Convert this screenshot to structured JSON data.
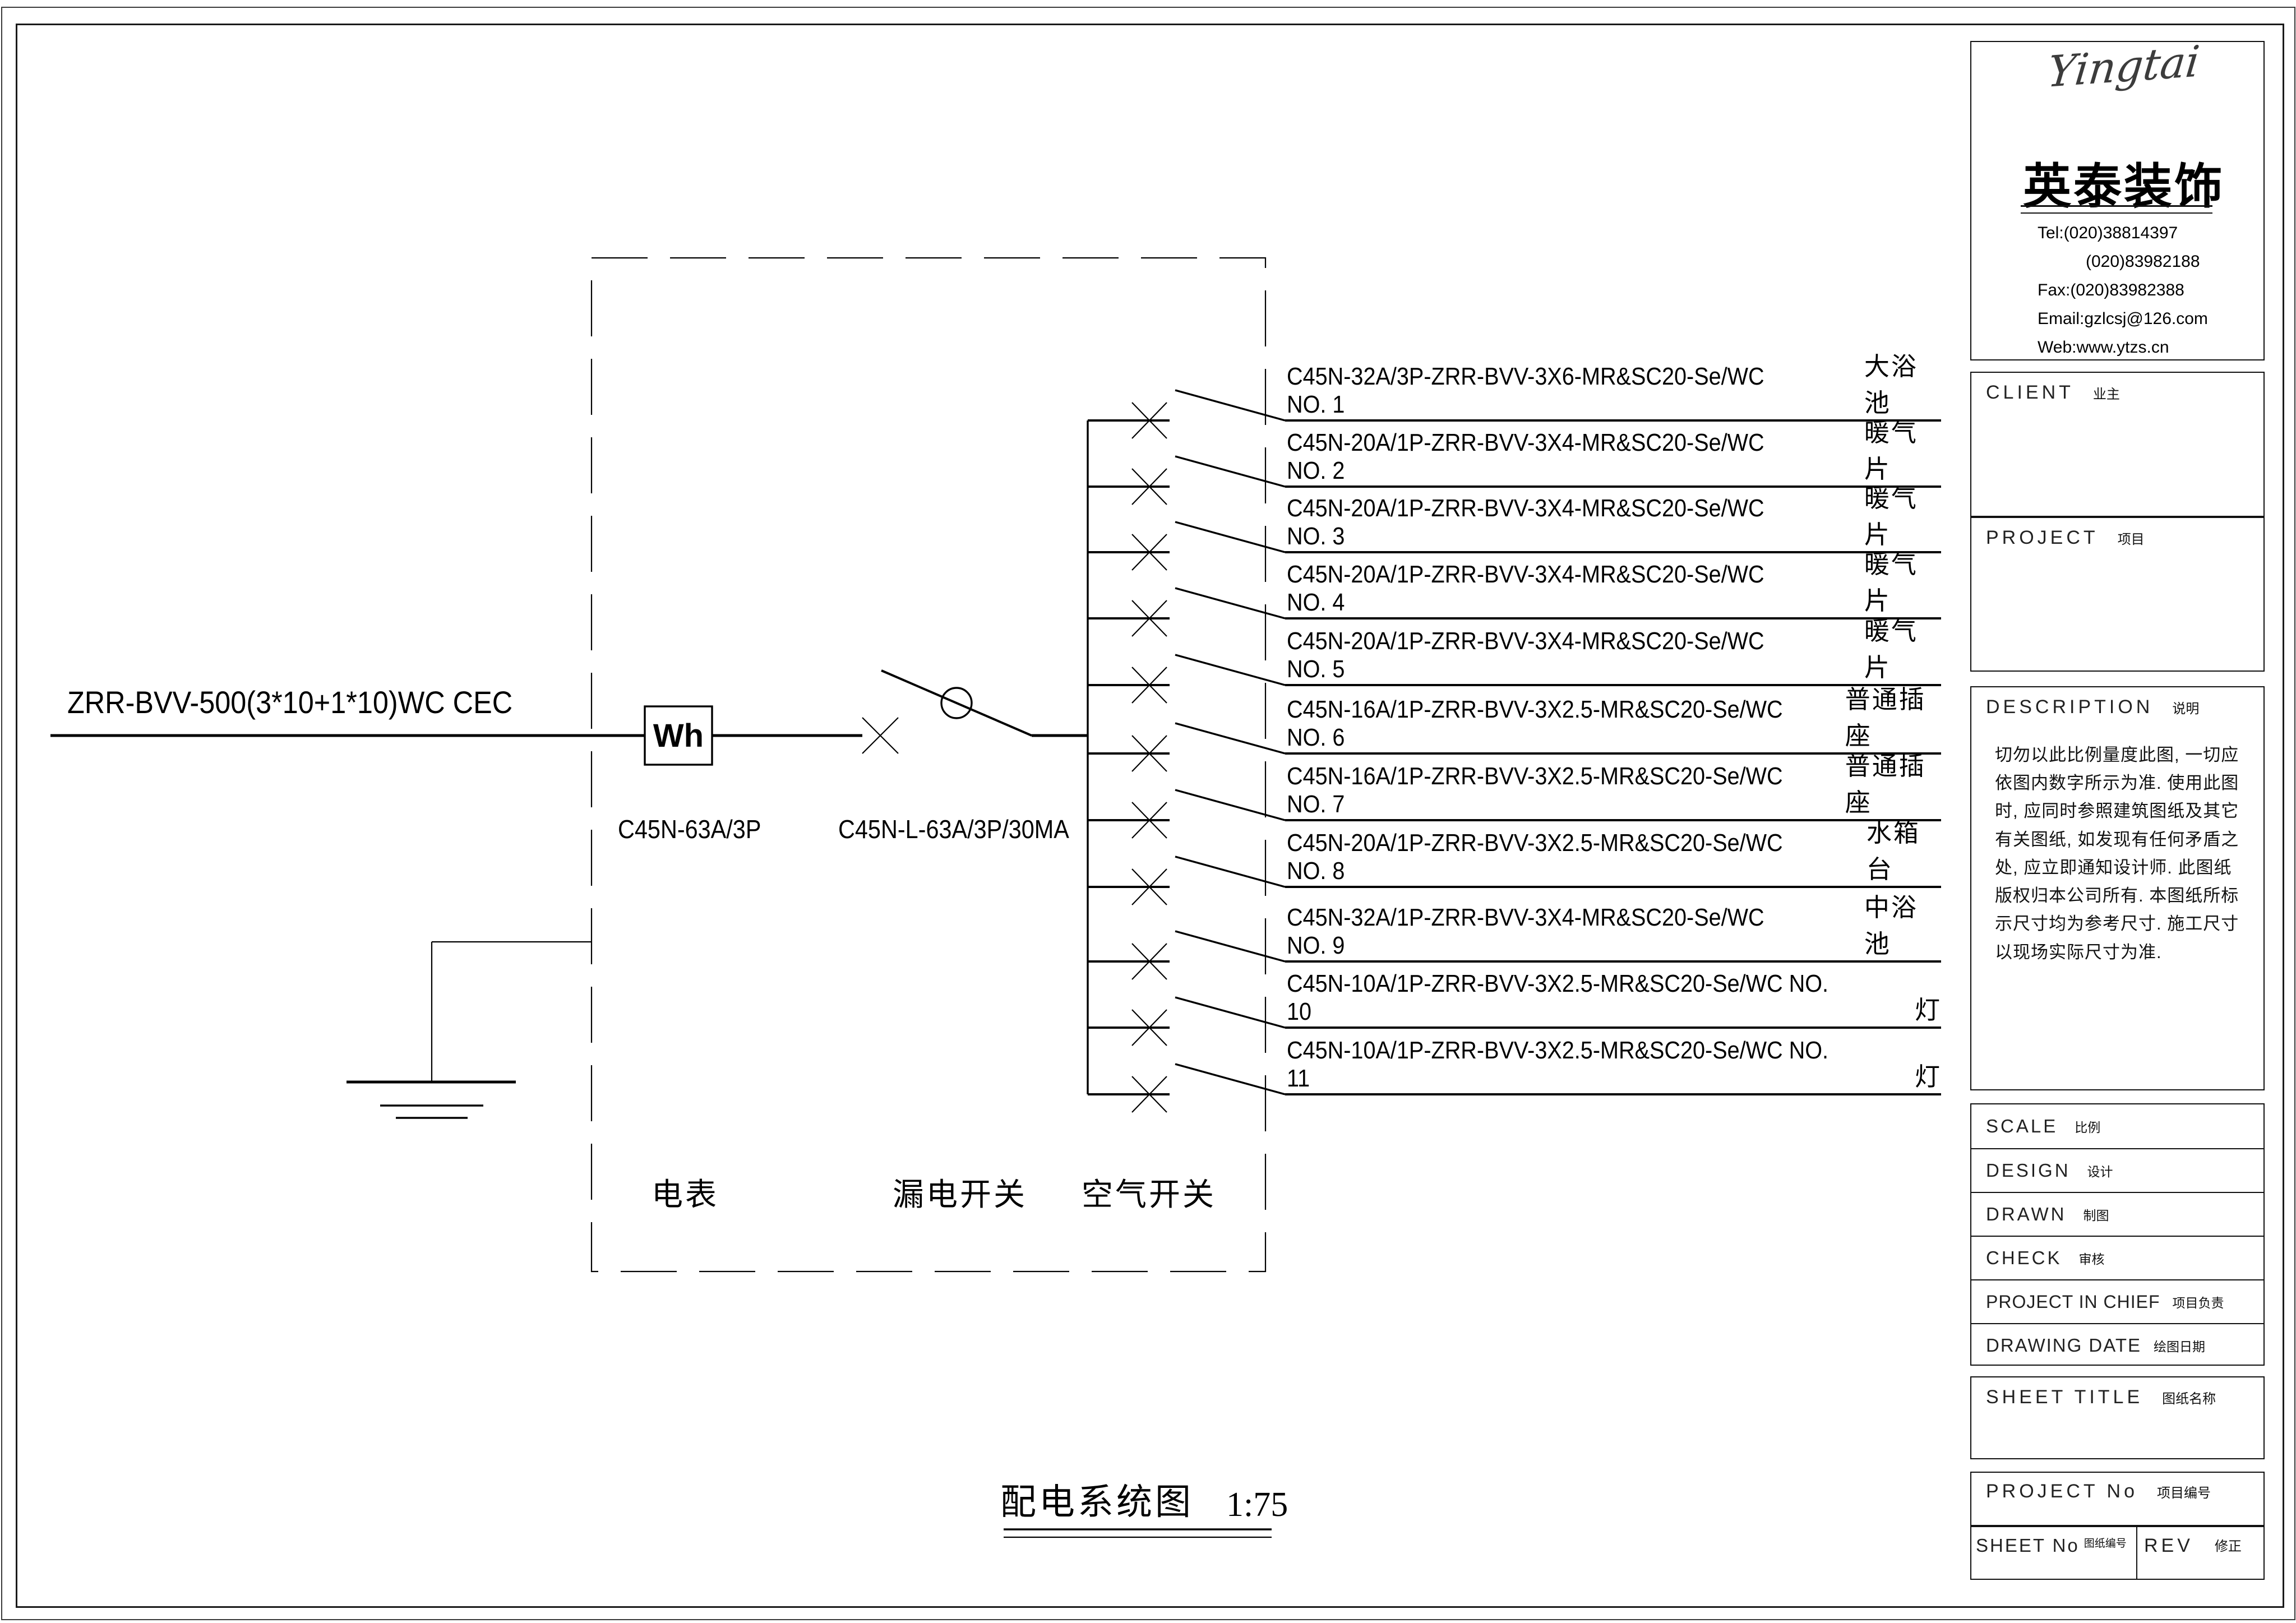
{
  "sheet": {
    "incoming_label": "ZRR-BVV-500(3*10+1*10)WC CEC",
    "meter": {
      "symbol": "Wh",
      "label": "C45N-63A/3P",
      "caption": "电表"
    },
    "rcd": {
      "label": "C45N-L-63A/3P/30MA",
      "caption": "漏电开关"
    },
    "air_switch_caption": "空气开关",
    "title": "配电系统图",
    "title_scale": "1:75",
    "circuits": [
      {
        "spec": "C45N-32A/3P-ZRR-BVV-3X6-MR&SC20-Se/WC NO. 1",
        "name": "大浴池"
      },
      {
        "spec": "C45N-20A/1P-ZRR-BVV-3X4-MR&SC20-Se/WC NO. 2",
        "name": "暖气片"
      },
      {
        "spec": "C45N-20A/1P-ZRR-BVV-3X4-MR&SC20-Se/WC NO. 3",
        "name": "暖气片"
      },
      {
        "spec": "C45N-20A/1P-ZRR-BVV-3X4-MR&SC20-Se/WC NO. 4",
        "name": "暖气片"
      },
      {
        "spec": "C45N-20A/1P-ZRR-BVV-3X4-MR&SC20-Se/WC NO. 5",
        "name": "暖气片"
      },
      {
        "spec": "C45N-16A/1P-ZRR-BVV-3X2.5-MR&SC20-Se/WC NO. 6",
        "name": "普通插座"
      },
      {
        "spec": "C45N-16A/1P-ZRR-BVV-3X2.5-MR&SC20-Se/WC NO. 7",
        "name": "普通插座"
      },
      {
        "spec": "C45N-20A/1P-ZRR-BVV-3X2.5-MR&SC20-Se/WC NO. 8",
        "name": "水箱台"
      },
      {
        "spec": "C45N-32A/1P-ZRR-BVV-3X4-MR&SC20-Se/WC NO. 9",
        "name": "中浴池"
      },
      {
        "spec": "C45N-10A/1P-ZRR-BVV-3X2.5-MR&SC20-Se/WC NO. 10",
        "name": "灯"
      },
      {
        "spec": "C45N-10A/1P-ZRR-BVV-3X2.5-MR&SC20-Se/WC NO. 11",
        "name": "灯"
      }
    ]
  },
  "titleblock": {
    "logo_text": "Yingtai",
    "company_name": "英泰装饰",
    "contacts": [
      "Tel:(020)38814397",
      "(020)83982188",
      "Fax:(020)83982388",
      "Email:gzlcsj@126.com",
      "Web:www.ytzs.cn"
    ],
    "client": {
      "en": "CLIENT",
      "zh": "业主"
    },
    "project": {
      "en": "PROJECT",
      "zh": "项目"
    },
    "description": {
      "en": "DESCRIPTION",
      "zh": "说明",
      "text": "切勿以此比例量度此图, 一切应依图内数字所示为准. 使用此图时, 应同时参照建筑图纸及其它有关图纸, 如发现有任何矛盾之处, 应立即通知设计师. 此图纸版权归本公司所有. 本图纸所标示尺寸均为参考尺寸. 施工尺寸以现场实际尺寸为准."
    },
    "rows": [
      {
        "en": "SCALE",
        "zh": "比例"
      },
      {
        "en": "DESIGN",
        "zh": "设计"
      },
      {
        "en": "DRAWN",
        "zh": "制图"
      },
      {
        "en": "CHECK",
        "zh": "审核"
      },
      {
        "en": "PROJECT IN CHIEF",
        "zh": "项目负责"
      },
      {
        "en": "DRAWING DATE",
        "zh": "绘图日期"
      }
    ],
    "sheet_title": {
      "en": "SHEET TITLE",
      "zh": "图纸名称"
    },
    "project_no": {
      "en": "PROJECT No",
      "zh": "项目编号"
    },
    "sheet_no": {
      "en": "SHEET No",
      "zh": "图纸编号"
    },
    "rev": {
      "en": "REV",
      "zh": "修正"
    }
  }
}
